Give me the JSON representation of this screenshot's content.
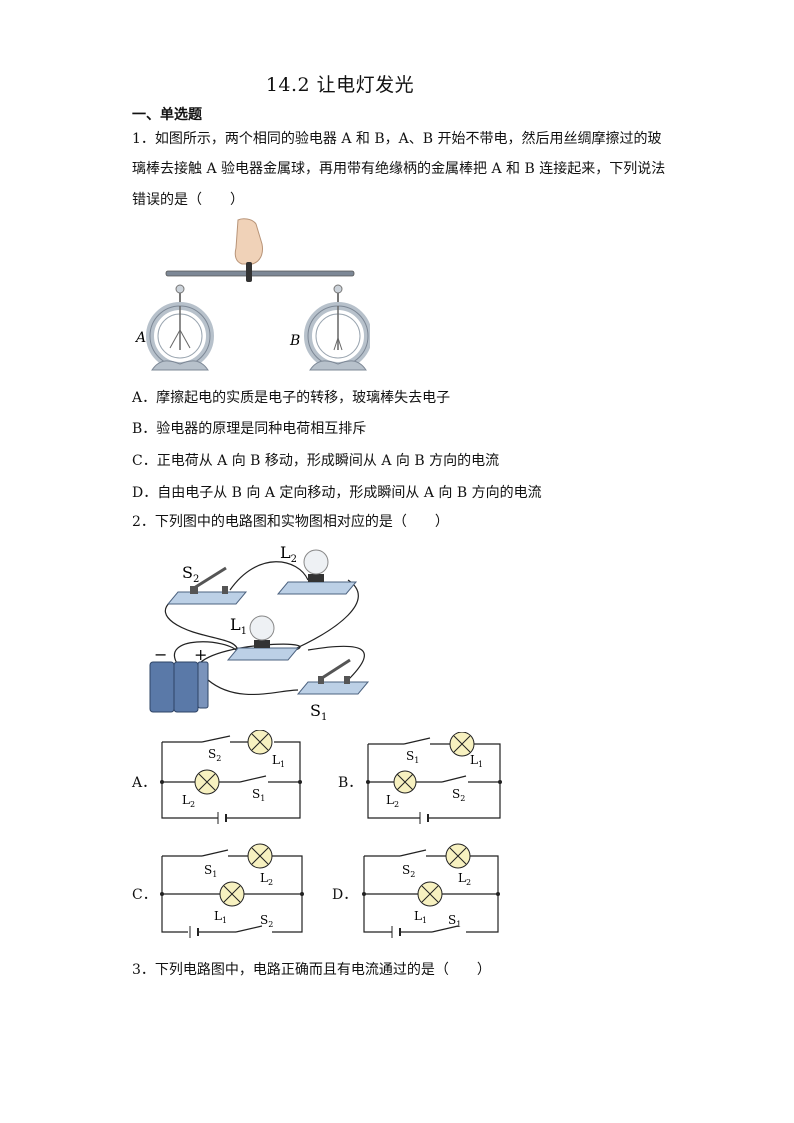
{
  "title": "14.2 让电灯发光",
  "section": "一、单选题",
  "q1": {
    "line1": "1．如图所示，两个相同的验电器 A 和 B，A、B 开始不带电，然后用丝绸摩擦过的玻",
    "line2": "璃棒去接触 A 验电器金属球，再用带有绝缘柄的金属棒把 A 和 B 连接起来，下列说法",
    "line3": "错误的是（　　）",
    "figure": {
      "label_a": "A",
      "label_b": "B"
    },
    "options": {
      "A": "A．摩擦起电的实质是电子的转移，玻璃棒失去电子",
      "B": "B．验电器的原理是同种电荷相互排斥",
      "C": "C．正电荷从 A 向 B 移动，形成瞬间从 A 向 B 方向的电流",
      "D": "D．自由电子从 B 向 A 定向移动，形成瞬间从 A 向 B 方向的电流"
    }
  },
  "q2": {
    "text": "2．下列图中的电路图和实物图相对应的是（　　）",
    "physical": {
      "s2": "S",
      "s2_sub": "2",
      "l2": "L",
      "l2_sub": "2",
      "l1": "L",
      "l1_sub": "1",
      "s1": "S",
      "s1_sub": "1",
      "minus": "−",
      "plus": "+"
    },
    "circuits": {
      "A": {
        "label": "A．",
        "top_switch": "S",
        "top_switch_sub": "2",
        "top_lamp": "L",
        "top_lamp_sub": "1",
        "mid_lamp": "L",
        "mid_lamp_sub": "2",
        "mid_switch": "S",
        "mid_switch_sub": "1"
      },
      "B": {
        "label": "B．",
        "top_switch": "S",
        "top_switch_sub": "1",
        "top_lamp": "L",
        "top_lamp_sub": "1",
        "mid_lamp": "L",
        "mid_lamp_sub": "2",
        "mid_switch": "S",
        "mid_switch_sub": "2"
      },
      "C": {
        "label": "C．",
        "top_switch": "S",
        "top_switch_sub": "1",
        "top_lamp": "L",
        "top_lamp_sub": "2",
        "mid_lamp": "L",
        "mid_lamp_sub": "1",
        "bot_switch": "S",
        "bot_switch_sub": "2"
      },
      "D": {
        "label": "D．",
        "top_switch": "S",
        "top_switch_sub": "2",
        "top_lamp": "L",
        "top_lamp_sub": "2",
        "mid_lamp": "L",
        "mid_lamp_sub": "1",
        "bot_switch": "S",
        "bot_switch_sub": "1"
      }
    }
  },
  "q3": {
    "text": "3．下列电路图中，电路正确而且有电流通过的是（　　）"
  },
  "colors": {
    "lamp_fill": "#f7f1c0",
    "board": "#bcd0e6",
    "battery": "#5a79a8",
    "ring": "#b7c1cb"
  }
}
